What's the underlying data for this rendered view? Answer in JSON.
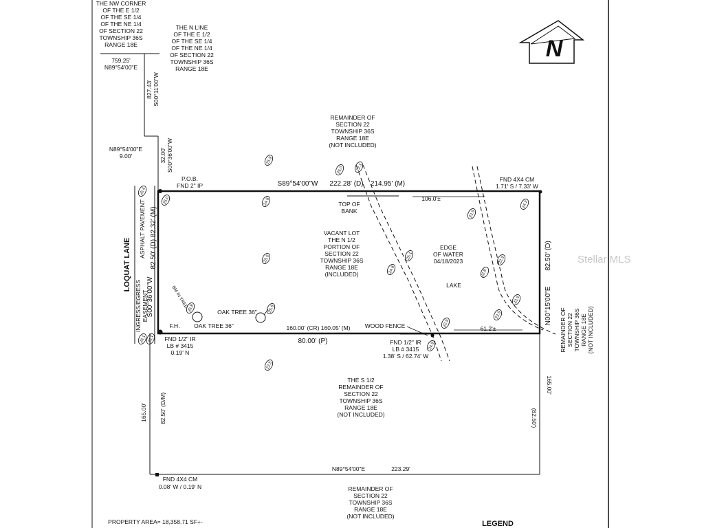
{
  "labels": {
    "nw_corner": [
      "THE NW CORNER",
      "OF THE E 1/2",
      "OF THE SE 1/4",
      "OF THE NE 1/4",
      "OF SECTION 22",
      "TOWNSHIP 36S",
      "RANGE 18E"
    ],
    "n_line": [
      "THE N LINE",
      "OF THE E 1/2",
      "OF THE SE 1/4",
      "OF THE NE 1/4",
      "OF SECTION 22",
      "TOWNSHIP 36S",
      "RANGE 18E"
    ],
    "dist_759": "759.25'",
    "bearing_top": "N89°54'00\"E",
    "dist_827": "827.43'",
    "bearing_827": "S00°11'00\"W",
    "bearing_9": "N89°54'00\"E",
    "dist_9": "9.00'",
    "dist_32": "32.00'",
    "bearing_32": "S00°36'00\"W",
    "remainder_north": [
      "REMAINDER OF",
      "SECTION 22",
      "TOWNSHIP 36S",
      "RANGE 18E",
      "(NOT INCLUDED)"
    ],
    "pob": [
      "P.O.B.",
      "FND 2\" IP"
    ],
    "north_bearing": "S89°54'00\"W",
    "north_dist_d": "222.28' (D)",
    "north_dist_m": "214.95' (M)",
    "fnd_ne": [
      "FND 4X4 CM",
      "1.71' S / 7.33' W"
    ],
    "top_of_bank": [
      "TOP OF",
      "BANK"
    ],
    "dist_106": "106.0'±",
    "vacant_lot": [
      "VACANT LOT",
      "THE N 1/2",
      "PORTION OF",
      "SECTION 22",
      "TOWNSHIP 36S",
      "RANGE 18E",
      "(INCLUDED)"
    ],
    "edge_water": [
      "EDGE",
      "OF WATER",
      "04/18/2023"
    ],
    "lake": "LAKE",
    "east_dist": "82.50' (D)",
    "east_bearing": "N00°15'00\"E",
    "remainder_east": [
      "REMAINDER OF",
      "SECTION 22",
      "TOWNSHIP 36S",
      "RANGE 18E",
      "(NOT INCLUDED)"
    ],
    "loquat": "LOQUAT LANE",
    "asphalt": "ASPHALT PAVEMENT",
    "ingress": [
      "INGRESS/EGRESS",
      "EASEMENT"
    ],
    "west_bearing": "S00°36'00\"W",
    "west_dist": "82.50' (D)  82.32' (M)",
    "bm_tree": "BM IN TREE",
    "oak1": "OAK TREE 36\"",
    "oak2": "OAK TREE 36\"",
    "fh": "F.H.",
    "south_cr_m": "160.00' (CR) 160.05' (M)",
    "south_p": "80.00' (P)",
    "wood_fence": "WOOD FENCE",
    "dist_61": "61.2'±",
    "fnd_sw": [
      "FND 1/2\" IR",
      "LB # 3415",
      "0.19' N"
    ],
    "fnd_se": [
      "FND 1/2\" IR",
      "LB # 3415",
      "1.38' S / 62.74' W"
    ],
    "s_half": [
      "THE S 1/2",
      "REMAINDER OF",
      "SECTION 22",
      "TOWNSHIP 36S",
      "RANGE 18E",
      "(NOT INCLUDED)"
    ],
    "left_165": "165.00'",
    "left_8250_dm": "82.50' (D/M)",
    "right_165": "165.00'",
    "right_8250": "(82.50')",
    "bottom_bearing": "N89°54'00\"E",
    "bottom_dist": "223.29'",
    "fnd_bottom": [
      "FND 4X4 CM",
      "0.08' W / 0.19' N"
    ],
    "remainder_south": [
      "REMAINDER OF",
      "SECTION 22",
      "TOWNSHIP 36S",
      "RANGE 18E",
      "(NOT INCLUDED)"
    ],
    "property_area": "PROPERTY AREA= 18,358.71 SF+-",
    "legend": "LEGEND",
    "watermark": "Stellar MLS",
    "north_arrow": "N"
  },
  "elevations": {
    "e1": "25.9",
    "e2": "25.0",
    "e3": "22.1",
    "e4": "25.4",
    "e5": "25.0",
    "e6": "24.8",
    "e7": "22.9",
    "e8": "24.3",
    "e9": "25.0",
    "e10": "25.1",
    "e11": "24.8",
    "e12": "22.9",
    "e13": "22.8",
    "e14": "25.8",
    "e15": "25.6",
    "e16": "23.9",
    "e17": "22.9",
    "e18": "22.9",
    "e19": "26.1",
    "e20": "25.1",
    "e21": "24.9",
    "e22": "22.5"
  },
  "colors": {
    "line": "#111111",
    "background": "#ffffff",
    "watermark": "#c7c7c7"
  }
}
